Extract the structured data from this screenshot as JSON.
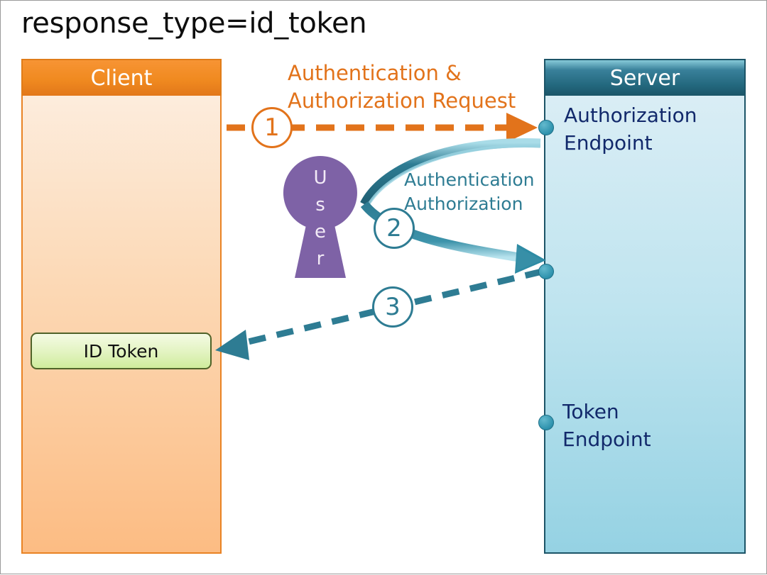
{
  "diagram": {
    "title": "response_type=id_token",
    "title_color": "#0d0d0d",
    "background": "#ffffff"
  },
  "client": {
    "header_label": "Client",
    "header_color": "#E2771A",
    "body_color": "#FCBC83",
    "items": [
      {
        "name": "id-token",
        "label": "ID Token",
        "fill": "#CFEC9C",
        "border": "#4F6228"
      }
    ]
  },
  "server": {
    "header_label": "Server",
    "header_color": "#1B5568",
    "body_color": "#95D2E3",
    "endpoints": [
      {
        "name": "authorization-endpoint",
        "label": "Authorization\nEndpoint",
        "color": "#12296B"
      },
      {
        "name": "token-endpoint",
        "label": "Token\nEndpoint",
        "color": "#12296B"
      }
    ]
  },
  "actor": {
    "name": "user",
    "label": "U\ns\ne\nr",
    "fill": "#7E62A6",
    "text_color": "#F2EAF6"
  },
  "flows": [
    {
      "step": "1",
      "badge_color": "#E2731B",
      "label": "Authentication &\nAuthorization Request",
      "label_color": "#E2731B",
      "style": "dashed",
      "direction": "client-to-server",
      "target": "authorization-endpoint"
    },
    {
      "step": "2",
      "badge_color": "#2E7C93",
      "label": "Authentication\nAuthorization",
      "label_color": "#2E7C93",
      "style": "solid-curved",
      "direction": "server-to-user-to-server",
      "target": "authorization-endpoint"
    },
    {
      "step": "3",
      "badge_color": "#2E7C93",
      "label": "",
      "label_color": "#2E7C93",
      "style": "dashed",
      "direction": "server-to-client",
      "target": "id-token"
    }
  ]
}
